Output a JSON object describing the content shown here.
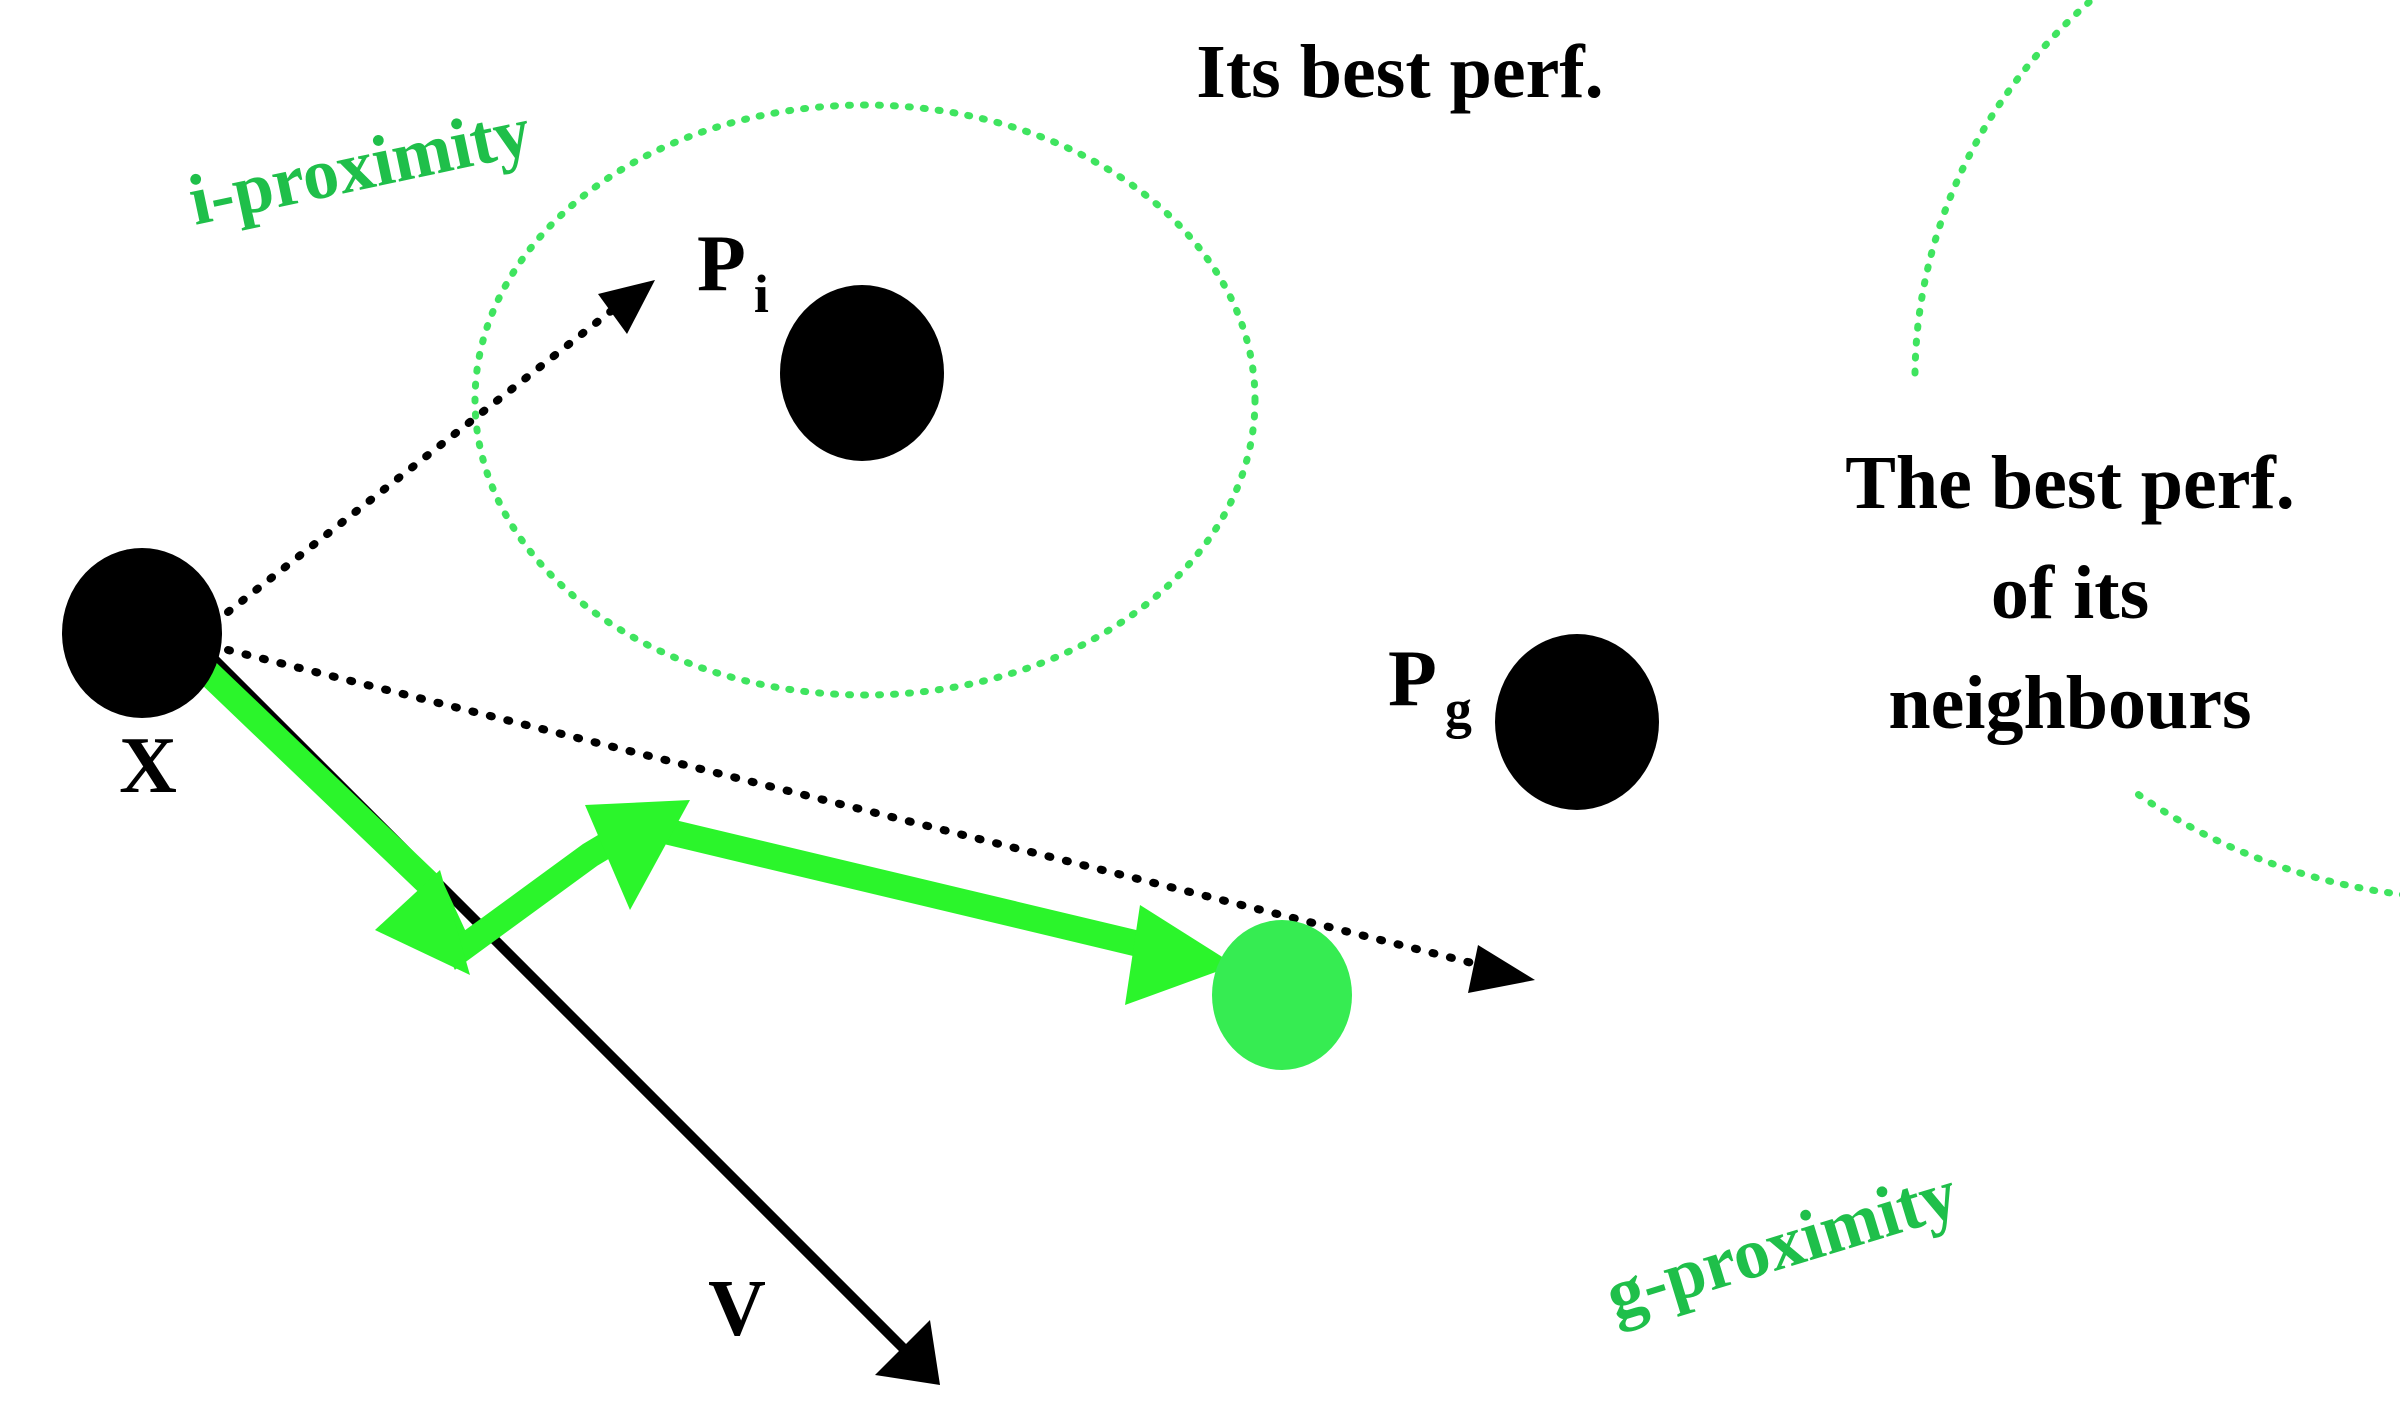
{
  "colors": {
    "proximity_circle": "#3fe45f",
    "proximity_label": "#1fbf4a",
    "path": "#2bf52b",
    "new_position": "#36ec52",
    "ink": "#000000"
  },
  "labels": {
    "its_best_perf": "Its best perf.",
    "best_perf_neighbours_line1": "The best perf.",
    "best_perf_neighbours_line2": "of its",
    "best_perf_neighbours_line3": "neighbours",
    "i_proximity": "i-proximity",
    "g_proximity": "g-proximity",
    "pi_base": "P",
    "pi_sub": "i",
    "pg_base": "P",
    "pg_sub": "g",
    "x": "X",
    "v": "V"
  }
}
